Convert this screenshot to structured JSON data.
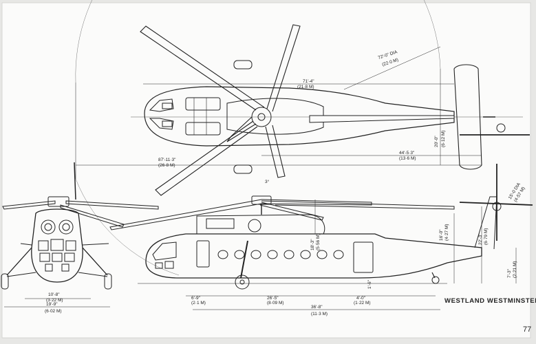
{
  "title": "WESTLAND WESTMINSTER",
  "page_mark": "77",
  "plan_dims": {
    "rotor_dia": "72'-0\" DIA",
    "rotor_dia_m": "(22·0 M)",
    "fuselage_len": "71'-4\"",
    "fuselage_len_m": "(21·8 M)",
    "overall_len": "87'-11·3\"",
    "overall_len_m": "(26·8 M)",
    "boom_len": "44'-5·3\"",
    "boom_len_m": "(13·6 M)",
    "tail_span": "20'-0\"",
    "tail_span_m": "(6·12 M)"
  },
  "side_dims": {
    "rotor_angle": "3°",
    "height_hub": "18'-3\"",
    "height_hub_m": "(5·56 M)",
    "height_cabin": "16'-0\"",
    "height_cabin_m": "(4·27 M)",
    "height_tail_rotor": "22'-3\"",
    "height_tail_rotor_m": "(6·79 M)",
    "tail_rotor_dia": "15'-0 DIA",
    "tail_rotor_dia_m": "(4·57 M)",
    "tail_height": "7'-3\"",
    "tail_height_m": "(2·21 M)",
    "wheel_ground": "1'-6\"",
    "nose_to_wheel": "6'-9\"",
    "nose_to_wheel_m": "(2·1 M)",
    "wheelbase": "26'-5\"",
    "wheelbase_m": "(8·09 M)",
    "rear_offset": "4'-0\"",
    "rear_offset_m": "(1·22 M)",
    "fuselage_len": "36'-8\"",
    "fuselage_len_m": "(11·3 M)"
  },
  "front_dims": {
    "track": "10'-8\"",
    "track_m": "(3·22 M)",
    "width": "19'-9\"",
    "width_m": "(6·02 M)"
  }
}
